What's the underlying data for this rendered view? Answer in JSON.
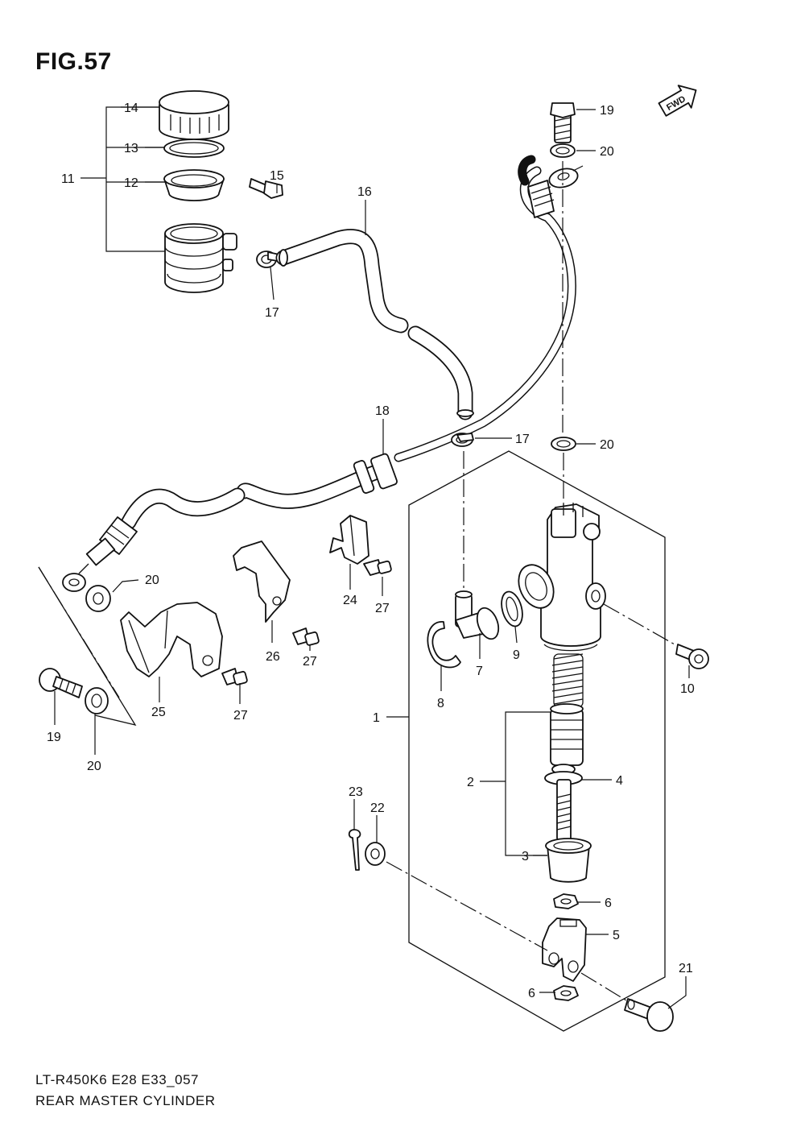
{
  "figure": {
    "title": "FIG.57"
  },
  "footer": {
    "model": "LT-R450K6 E28 E33_057",
    "name": "REAR MASTER CYLINDER"
  },
  "fwd_label": "FWD",
  "callouts": {
    "c14": "14",
    "c13": "13",
    "c11": "11",
    "c12": "12",
    "c15": "15",
    "c16": "16",
    "c17a": "17",
    "c19a": "19",
    "c20a": "20",
    "c18": "18",
    "c17b": "17",
    "c20b": "20",
    "c20c": "20",
    "c24": "24",
    "c27a": "27",
    "c26": "26",
    "c27b": "27",
    "c25": "25",
    "c27c": "27",
    "c19b": "19",
    "c20d": "20",
    "c7": "7",
    "c9": "9",
    "c8": "8",
    "c10": "10",
    "c1": "1",
    "c2": "2",
    "c4": "4",
    "c3": "3",
    "c23": "23",
    "c22": "22",
    "c6a": "6",
    "c5": "5",
    "c6b": "6",
    "c21": "21"
  }
}
